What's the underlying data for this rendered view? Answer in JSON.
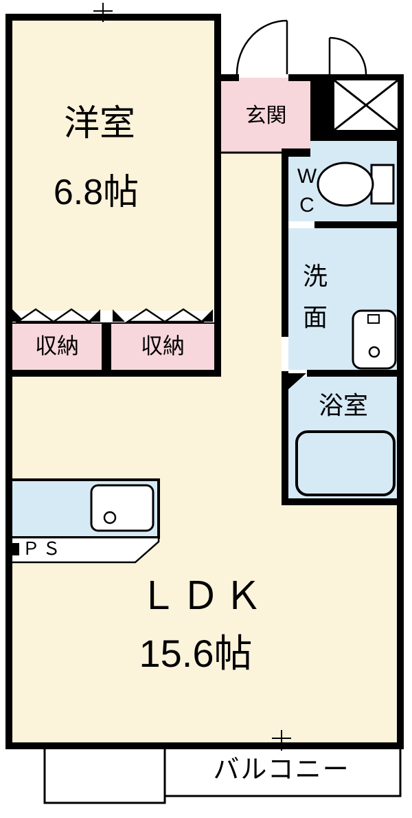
{
  "colors": {
    "room_cream": "#FBF3DA",
    "wet_area_blue": "#D6EAF6",
    "entrance_pink": "#F8D7DC",
    "wall_black": "#000000"
  },
  "rooms": {
    "western_room": {
      "name": "洋室",
      "size": "6.8帖"
    },
    "entrance": {
      "name": "玄関"
    },
    "toilet": {
      "name": "WC"
    },
    "washroom": {
      "name": "洗面"
    },
    "bathroom": {
      "name": "浴室"
    },
    "closet_left": {
      "name": "収納"
    },
    "closet_right": {
      "name": "収納"
    },
    "ldk": {
      "name": "ＬＤＫ",
      "size": "15.6帖"
    },
    "pipe_space": {
      "name": "ＰＳ"
    },
    "balcony": {
      "name": "バルコニー"
    }
  }
}
